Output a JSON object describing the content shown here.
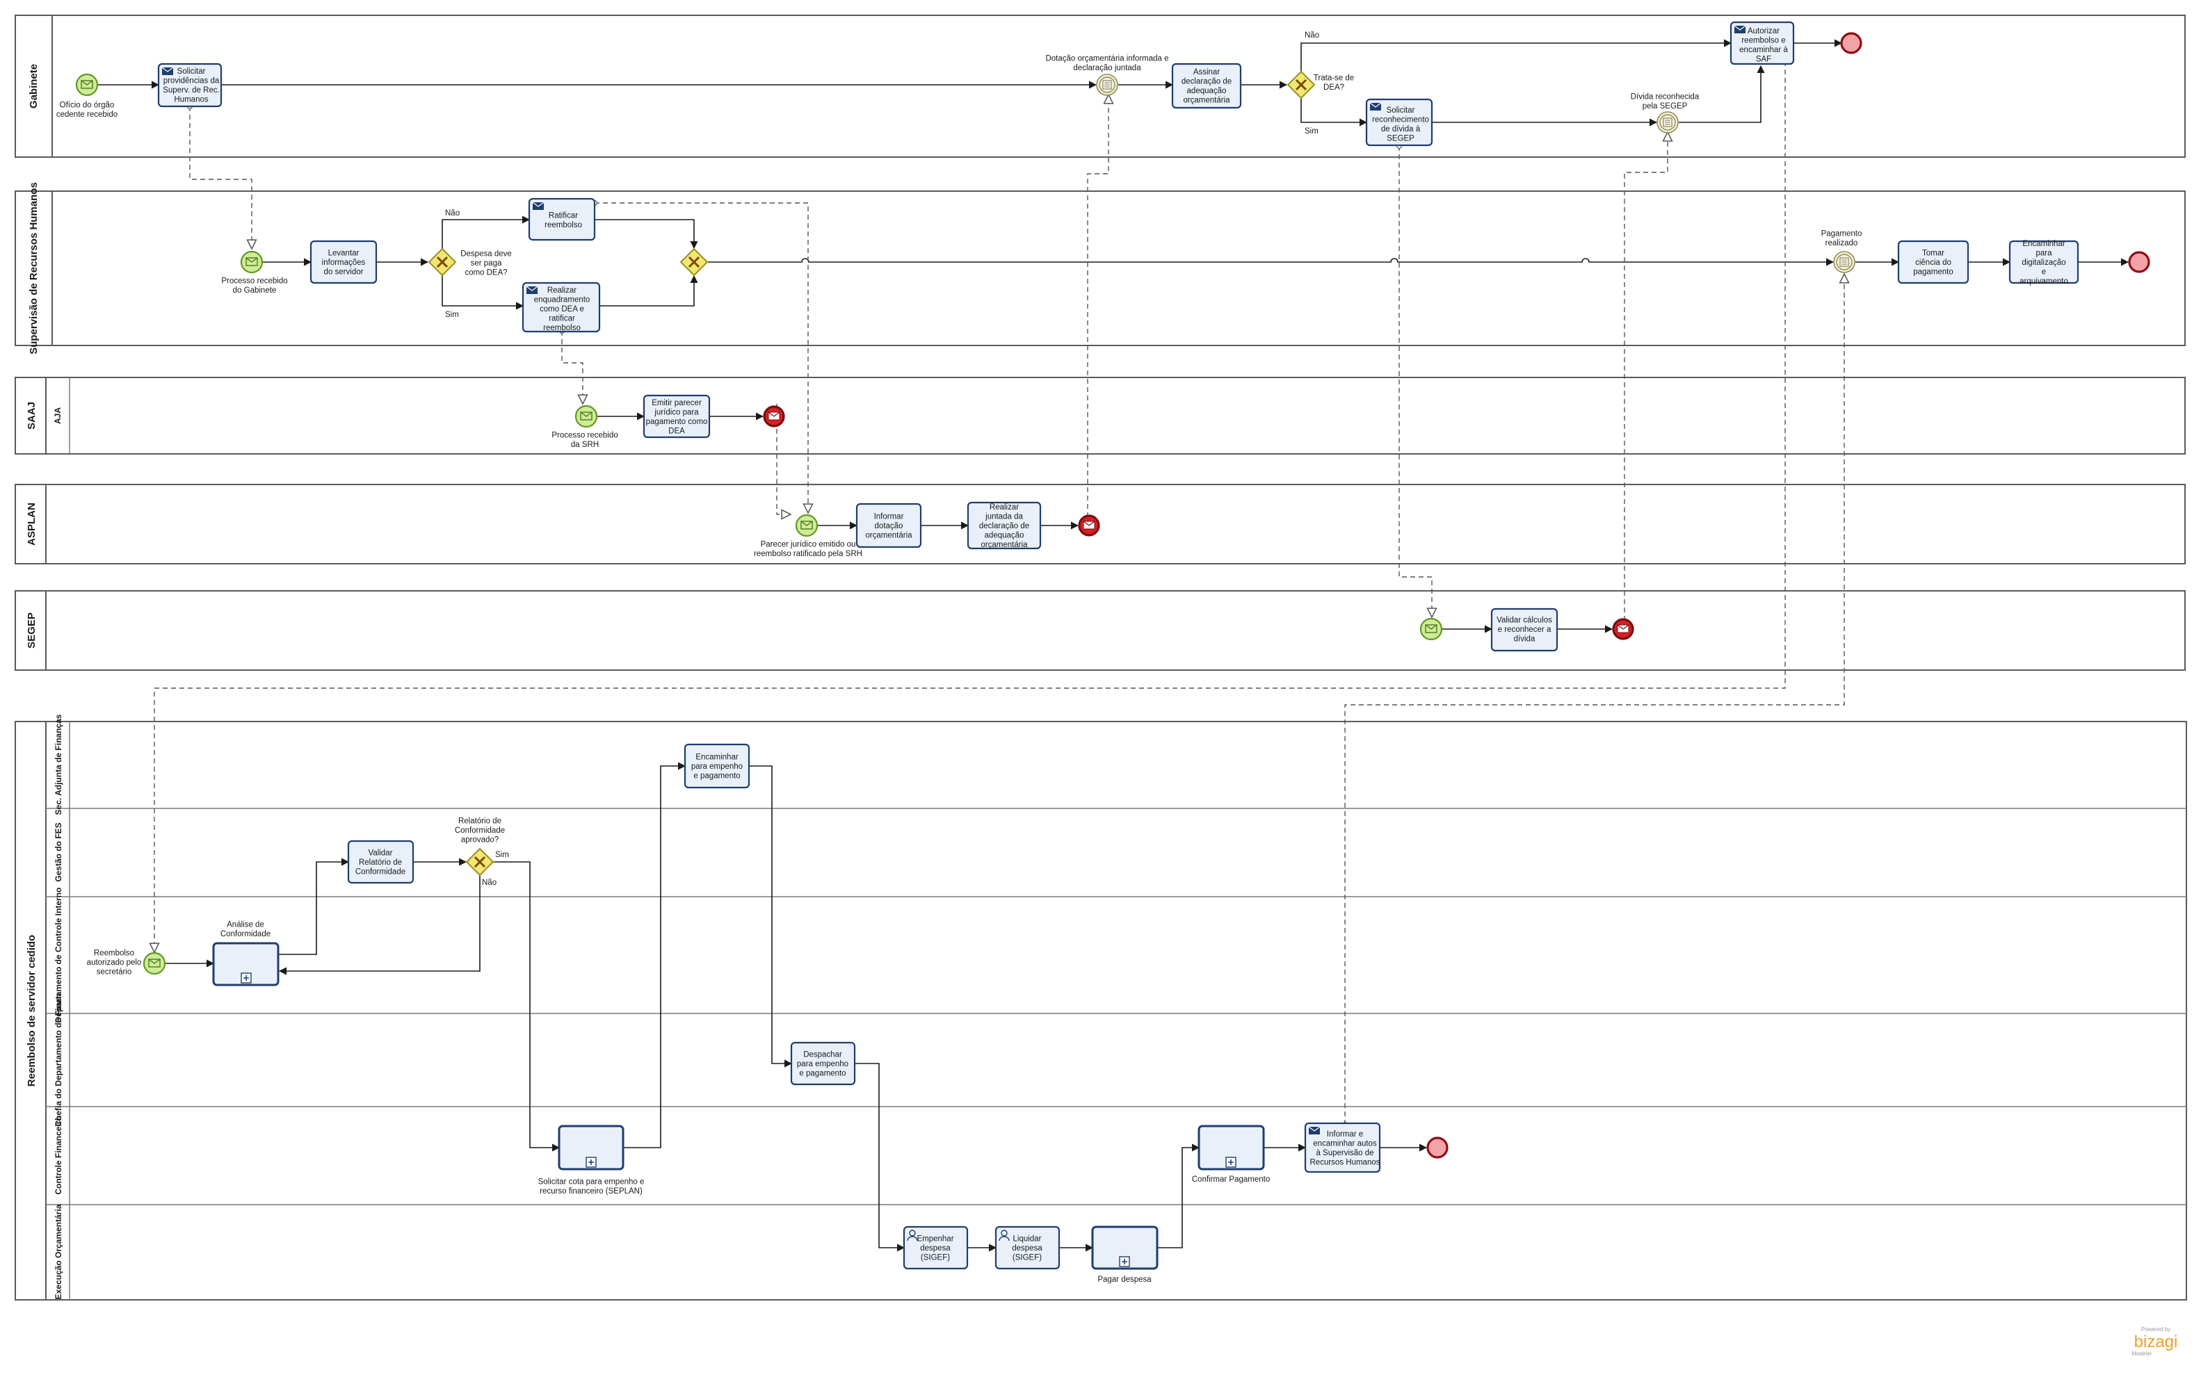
{
  "pools": [
    {
      "id": "gabinete",
      "title": "Gabinete",
      "lanes": []
    },
    {
      "id": "srh",
      "title": "Supervisão de Recursos Humanos",
      "lanes": []
    },
    {
      "id": "saaj",
      "title": "SAAJ",
      "lanes": [
        "AJA"
      ]
    },
    {
      "id": "asplan",
      "title": "ASPLAN",
      "lanes": []
    },
    {
      "id": "segep",
      "title": "SEGEP",
      "lanes": []
    },
    {
      "id": "reembolso",
      "title": "Reembolso de servidor cedido",
      "lanes": [
        "Sec. Adjunta de Finanças",
        "Gestão do FES",
        "Departamento de Controle Interno",
        "Chefia do Departamento de Finan",
        "Controle Financeiro",
        "Execução Orçamentária"
      ]
    }
  ],
  "nodes": {
    "ev_oficio": "Ofício do órgão cedente recebido",
    "t_solicitar": "Solicitar providências da Superv. de Rec. Humanos",
    "ev_dotacao": "Dotação orçamentária informada e declaração juntada",
    "t_assinar": "Assinar declaração de adequação orçamentária",
    "gw_dea": "Trata-se de DEA?",
    "t_autorizar": "Autorizar reembolso e encaminhar à SAF",
    "t_solicitar_rec": "Solicitar reconhecimento de dívida à SEGEP",
    "ev_divida": "Dívida reconhecida pela SEGEP",
    "ev_proc_gab": "Processo recebido do Gabinete",
    "t_levantar": "Levantar informações do servidor",
    "gw_despesa": "Despesa deve ser paga como DEA?",
    "t_ratificar": "Ratificar reembolso",
    "t_realizar_enq": "Realizar enquadramento como DEA e ratificar reembolso",
    "ev_pagamento": "Pagamento realizado",
    "t_tomar": "Tomar ciência do pagamento",
    "t_encaminhar_dig": "Encaminhar para digitalização e arquivamento",
    "ev_proc_srh": "Processo recebido da SRH",
    "t_emitir": "Emitir parecer jurídico para pagamento como DEA",
    "ev_parecer": "Parecer jurídico emitido ou reembolso ratificado pela SRH",
    "t_informar_dot": "Informar dotação orçamentária",
    "t_realizar_junt": "Realizar juntada da declaração de adequação orçamentária",
    "t_validar_calc": "Validar cálculos e reconhecer a dívida",
    "t_enc_empenho": "Encaminhar para empenho e pagamento",
    "gw_relatorio": "Relatório de Conformidade aprovado?",
    "t_validar_rel": "Validar Relatório de Conformidade",
    "ev_reembolso": "Reembolso autorizado pelo secretário",
    "sp_analise": "Análise de Conformidade",
    "t_despachar": "Despachar para empenho e pagamento",
    "sp_solicitar_cota": "Solicitar cota para empenho e recurso financeiro (SEPLAN)",
    "sp_confirmar": "Confirmar Pagamento",
    "t_informar_autos": "Informar e encaminhar autos à Supervisão de Recursos Humanos",
    "t_empenhar": "Empenhar despesa (SIGEF)",
    "t_liquidar": "Liquidar despesa (SIGEF)",
    "sp_pagar": "Pagar despesa"
  },
  "flow_labels": {
    "nao": "Não",
    "sim": "Sim"
  },
  "branding": {
    "powered": "Powered by",
    "name": "bizagi",
    "product": "Modeler",
    "color": "#f0a020"
  }
}
